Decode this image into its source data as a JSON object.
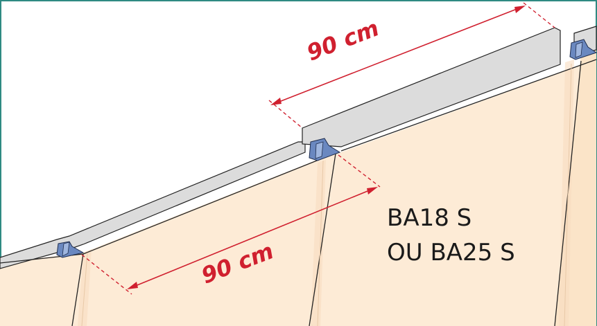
{
  "dimensions": {
    "top": "90 cm",
    "bottom": "90 cm"
  },
  "product": {
    "line1": "BA18 S",
    "line2": "OU BA25 S"
  },
  "colors": {
    "frame": "#2f8a82",
    "board": "#fdebd6",
    "board_edge": "#222222",
    "top_edge": "#dcdcdc",
    "rail": "#6a88c0",
    "dimension": "#d0202f",
    "text": "#1a1a1a"
  }
}
